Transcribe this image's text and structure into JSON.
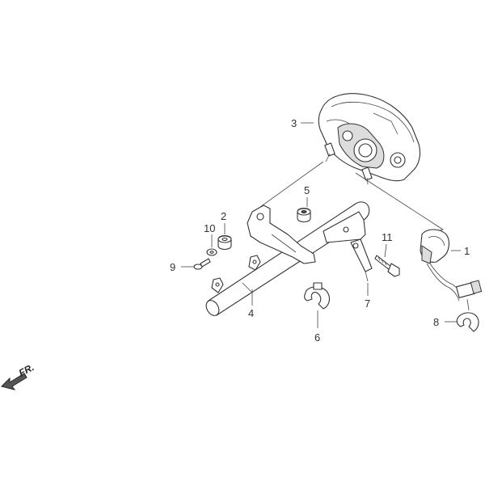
{
  "diagram": {
    "callouts": [
      {
        "id": "1",
        "text": "1"
      },
      {
        "id": "2",
        "text": "2"
      },
      {
        "id": "3",
        "text": "3"
      },
      {
        "id": "4",
        "text": "4"
      },
      {
        "id": "5",
        "text": "5"
      },
      {
        "id": "6",
        "text": "6"
      },
      {
        "id": "7",
        "text": "7"
      },
      {
        "id": "8",
        "text": "8"
      },
      {
        "id": "9",
        "text": "9"
      },
      {
        "id": "10",
        "text": "10"
      },
      {
        "id": "11",
        "text": "11"
      }
    ],
    "direction_label": "FR.",
    "colors": {
      "line": "#333333",
      "arrow_fill": "#555555",
      "background": "#ffffff"
    }
  }
}
